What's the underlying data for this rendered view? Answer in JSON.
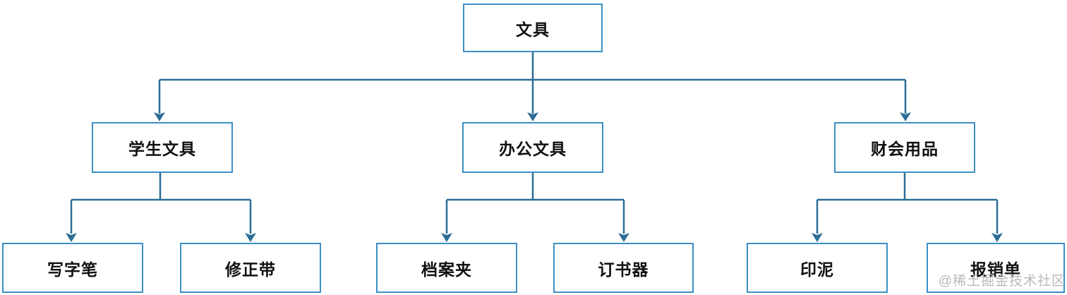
{
  "tree": {
    "label": "文具",
    "children": [
      {
        "label": "学生文具",
        "children": [
          {
            "label": "写字笔"
          },
          {
            "label": "修正带"
          }
        ]
      },
      {
        "label": "办公文具",
        "children": [
          {
            "label": "档案夹"
          },
          {
            "label": "订书器"
          }
        ]
      },
      {
        "label": "财会用品",
        "children": [
          {
            "label": "印泥"
          },
          {
            "label": "报销单"
          }
        ]
      }
    ]
  },
  "watermark": {
    "text": "@稀土掘金技术社区"
  },
  "colors": {
    "box_border": "#3d8fc6",
    "connector": "#2c6e96",
    "text_color": "#111111",
    "background": "#ffffff",
    "watermark_color": "#b9b9b9"
  }
}
